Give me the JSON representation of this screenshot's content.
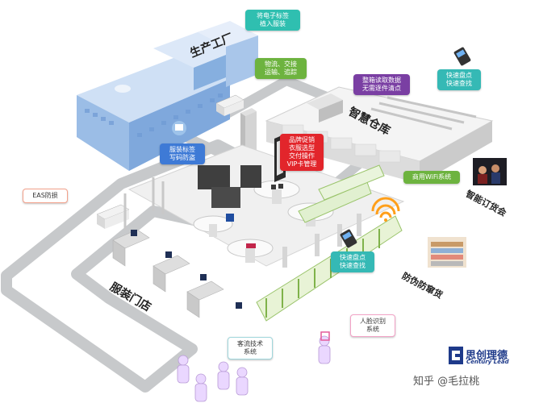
{
  "callouts": {
    "rfid_tag_implant": "将电子标签\n植入服装",
    "logistics": "物流、交接\n运输、追踪",
    "box_scan": "整箱读取数据\n无需逐件清点",
    "quick_inventory_top": "快速盘点\n快速查找",
    "tag_writing": "服装标签\n写码防盗",
    "brand_promo": "品牌促销\n衣服选型\n交付操作\nVIP卡管理",
    "eas": "EAS防损",
    "wifi": "商用WiFi系统",
    "quick_inventory_store": "快速盘点\n快速查找",
    "face_recognition": "人脸识别\n系统",
    "customer_flow": "客流技术\n系统"
  },
  "areas": {
    "factory": "生产工厂",
    "warehouse": "智慧仓库",
    "store": "服装门店",
    "ordering": "智能订货会",
    "anti_counterfeit": "防伪防窜货"
  },
  "logo": {
    "name_cn": "思创理德",
    "name_en": "Century Lead"
  },
  "watermark": "知乎 @毛拉桃",
  "colors": {
    "road": "#c7c9cb",
    "building": "#9bbde6",
    "callout_teal": "#2fbfb0",
    "callout_green": "#6db33f",
    "callout_blue": "#3e7ad6",
    "callout_red": "#e2252b",
    "callout_purple": "#7a3fa3",
    "brand": "#1e3a8a"
  }
}
